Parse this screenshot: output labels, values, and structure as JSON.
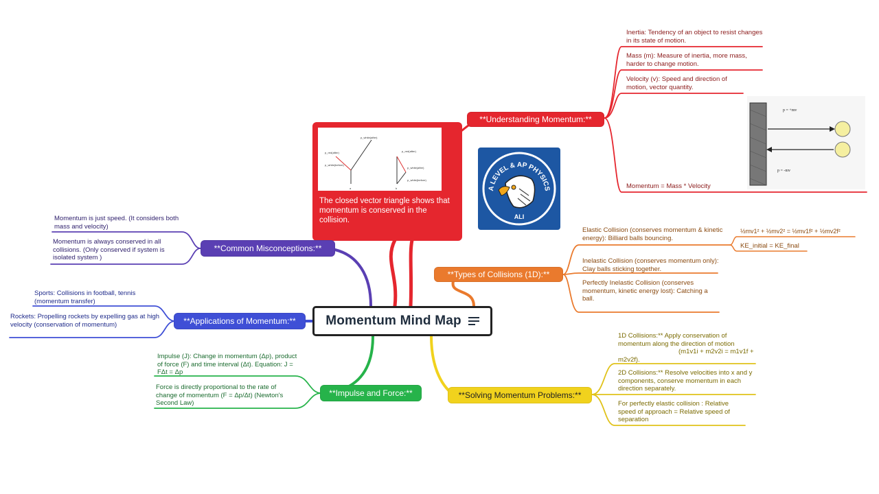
{
  "central": {
    "title": "Momentum Mind Map",
    "icon": "menu-lines-icon"
  },
  "branches": {
    "understanding": {
      "label": "**Understanding Momentum:**",
      "color": "#e5262e"
    },
    "types": {
      "label": "**Types of Collisions (1D):**",
      "color": "#ea7a2d"
    },
    "solving": {
      "label": "**Solving Momentum Problems:**",
      "color": "#f1d21d"
    },
    "impulse": {
      "label": "**Impulse and Force:**",
      "color": "#26b34a"
    },
    "applications": {
      "label": "**Applications of Momentum:**",
      "color": "#3f4fd6"
    },
    "misconceptions": {
      "label": "**Common Misconceptions:**",
      "color": "#5a3fb3"
    }
  },
  "understanding_leaves": [
    "Inertia: Tendency of an object to resist changes in its state of motion.",
    "Mass (m): Measure of inertia, more mass, harder to change motion.",
    "Velocity (v): Speed and direction of motion, vector quantity.",
    "Momentum = Mass * Velocity"
  ],
  "types_leaves": [
    "Elastic Collision (conserves momentum & kinetic energy): Billiard balls bouncing.",
    "Inelastic Collision (conserves momentum only): Clay balls sticking together.",
    "Perfectly Inelastic Collision (conserves momentum, kinetic energy lost): Catching a ball."
  ],
  "elastic_sub": [
    "½mv1² + ½mv2² = ½mv1f² + ½mv2f²",
    "KE_initial = KE_final"
  ],
  "solving_leaves": [
    "1D Collisions:** Apply conservation of momentum along the direction of motion",
    "(m1v1i + m2v2i = m1v1f +",
    "m2v2f).",
    "2D Collisions:** Resolve velocities into x and y components, conserve momentum in each direction separately.",
    "For perfectly elastic collision : Relative speed of approach = Relative speed of separation"
  ],
  "impulse_leaves": [
    "Impulse (J): Change in momentum (Δp), product of force (F) and time interval (Δt). Equation: J = FΔt = Δp",
    "Force is directly proportional to the rate of change of momentum (F = Δp/Δt) (Newton's Second Law)"
  ],
  "applications_leaves": [
    "Sports: Collisions in football, tennis (momentum transfer)",
    "Rockets: Propelling rockets by expelling gas at high velocity (conservation of momentum)"
  ],
  "misconceptions_leaves": [
    "Momentum is just speed. (It considers both mass and velocity)",
    "Momentum is always conserved in all collisions. (Only conserved if system is isolated system )"
  ],
  "red_card": {
    "caption": "The closed vector triangle shows that momentum is conserved in the collision.",
    "diagram_labels": [
      "p_white(after)",
      "p_red(after)",
      "p_white(before)",
      "p_red(after)",
      "p_white(after)",
      "p_white(before)",
      "a",
      "b"
    ]
  },
  "logo": {
    "top_text": "A LEVEL & AP PHYSICS",
    "bottom_text": "ALI",
    "icon": "eagle-head-icon"
  },
  "illustration": {
    "label_top": "p = +mv",
    "label_bottom": "p = -mv"
  }
}
